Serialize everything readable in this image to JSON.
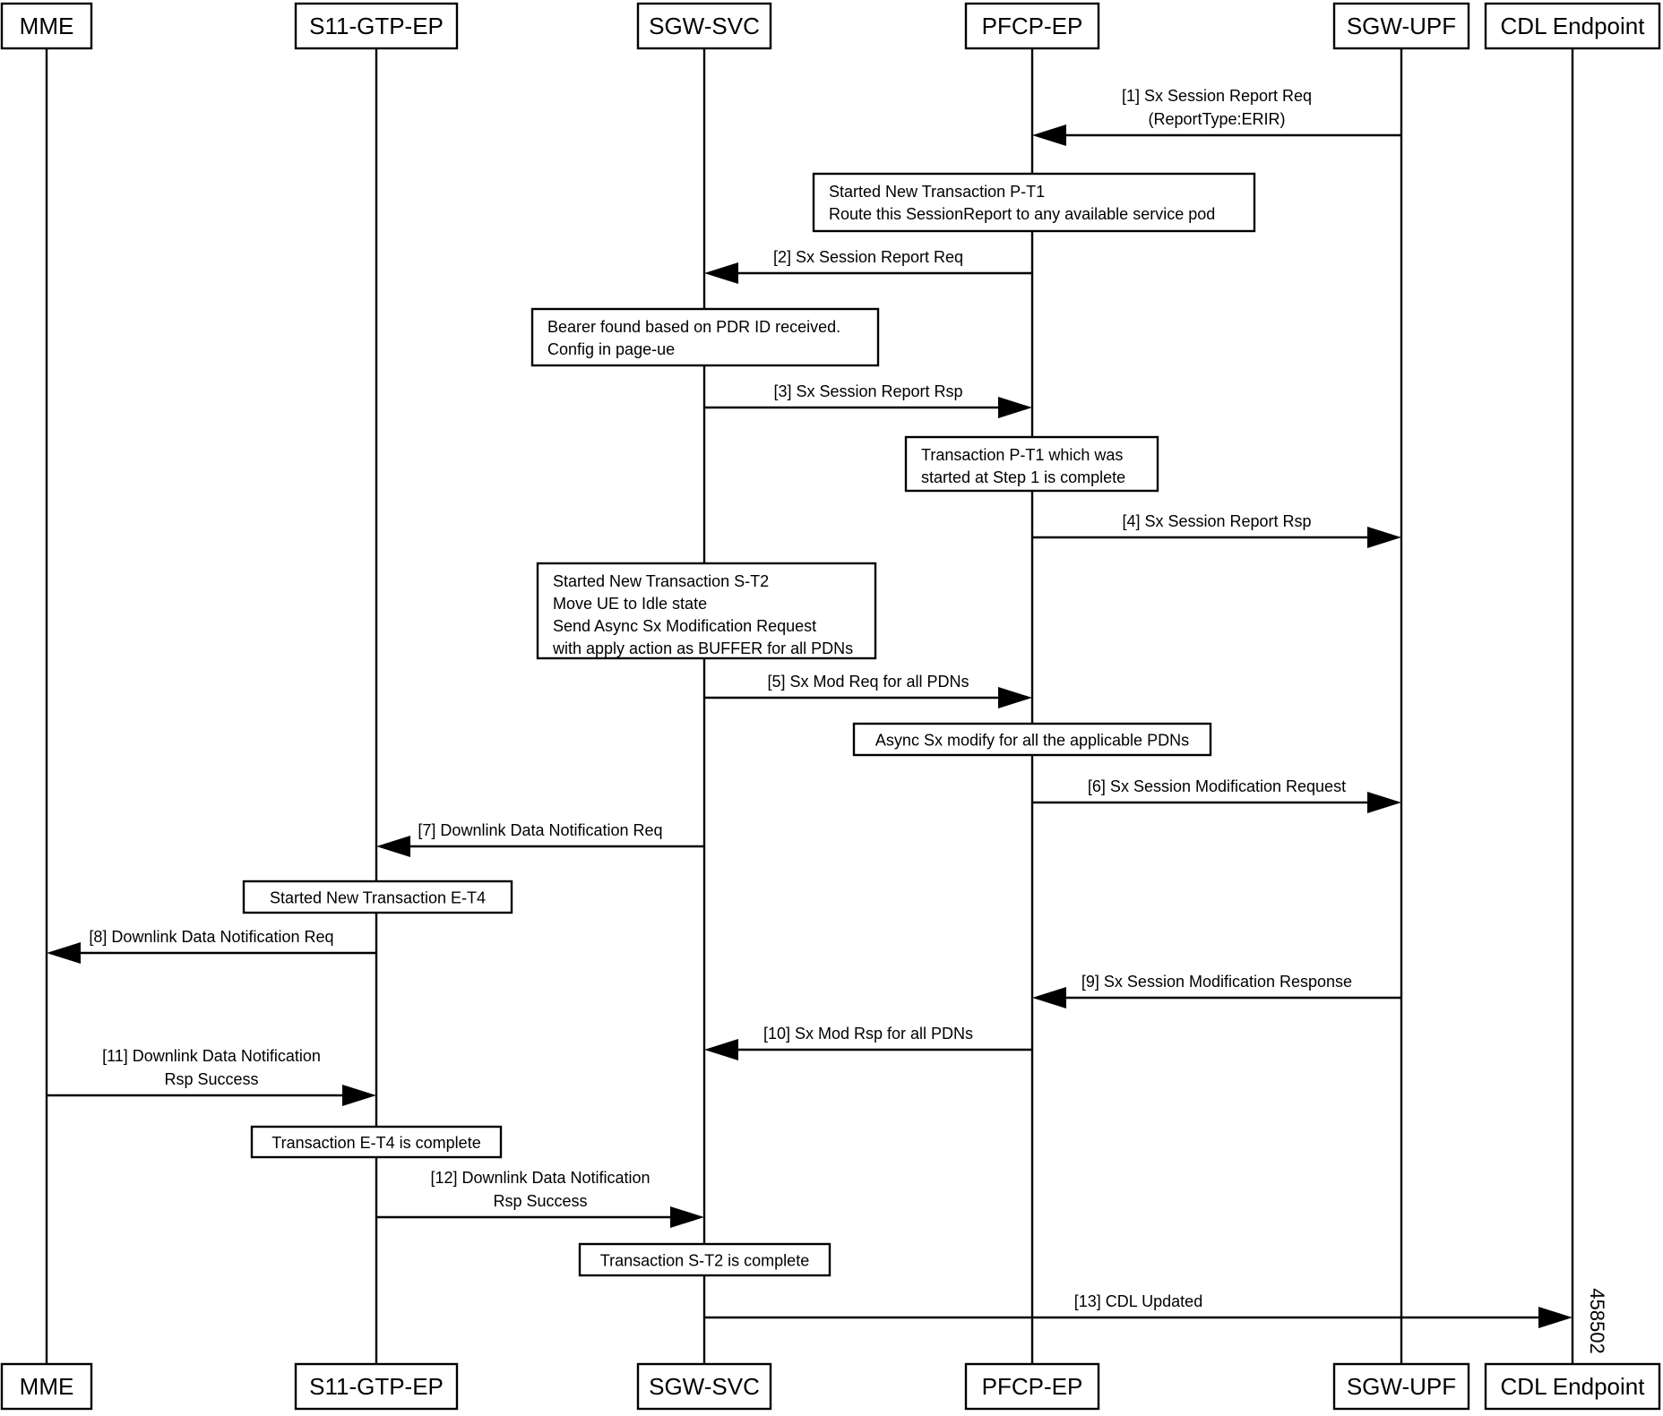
{
  "actors": [
    {
      "id": "mme",
      "name": "MME"
    },
    {
      "id": "s11",
      "name": "S11-GTP-EP"
    },
    {
      "id": "sgwsvc",
      "name": "SGW-SVC"
    },
    {
      "id": "pfcp",
      "name": "PFCP-EP"
    },
    {
      "id": "sgwupf",
      "name": "SGW-UPF"
    },
    {
      "id": "cdl",
      "name": "CDL Endpoint"
    }
  ],
  "messages": [
    {
      "id": "m1",
      "from": "sgwupf",
      "to": "pfcp",
      "lines": [
        "[1] Sx Session Report Req",
        "(ReportType:ERIR)"
      ]
    },
    {
      "id": "m2",
      "from": "pfcp",
      "to": "sgwsvc",
      "lines": [
        "[2] Sx Session Report Req"
      ]
    },
    {
      "id": "m3",
      "from": "sgwsvc",
      "to": "pfcp",
      "lines": [
        "[3] Sx Session Report Rsp"
      ]
    },
    {
      "id": "m4",
      "from": "pfcp",
      "to": "sgwupf",
      "lines": [
        "[4] Sx Session Report Rsp"
      ]
    },
    {
      "id": "m5",
      "from": "sgwsvc",
      "to": "pfcp",
      "lines": [
        "[5] Sx Mod Req for all PDNs"
      ]
    },
    {
      "id": "m6",
      "from": "pfcp",
      "to": "sgwupf",
      "lines": [
        "[6] Sx Session Modification Request"
      ]
    },
    {
      "id": "m7",
      "from": "sgwsvc",
      "to": "s11",
      "lines": [
        "[7] Downlink Data Notification Req"
      ]
    },
    {
      "id": "m8",
      "from": "s11",
      "to": "mme",
      "lines": [
        "[8] Downlink Data Notification Req"
      ]
    },
    {
      "id": "m9",
      "from": "sgwupf",
      "to": "pfcp",
      "lines": [
        "[9] Sx Session Modification Response"
      ]
    },
    {
      "id": "m10",
      "from": "pfcp",
      "to": "sgwsvc",
      "lines": [
        "[10] Sx Mod Rsp for all PDNs"
      ]
    },
    {
      "id": "m11",
      "from": "mme",
      "to": "s11",
      "lines": [
        "[11] Downlink Data Notification",
        "Rsp Success"
      ]
    },
    {
      "id": "m12",
      "from": "s11",
      "to": "sgwsvc",
      "lines": [
        "[12] Downlink Data Notification",
        "Rsp Success"
      ]
    },
    {
      "id": "m13",
      "from": "sgwsvc",
      "to": "cdl",
      "lines": [
        "[13] CDL Updated"
      ]
    }
  ],
  "notes": [
    {
      "id": "n1",
      "lines": [
        "Started New Transaction P-T1",
        "Route this SessionReport to any available service pod"
      ]
    },
    {
      "id": "n2",
      "lines": [
        "Bearer found based on PDR ID received.",
        "Config in page-ue"
      ]
    },
    {
      "id": "n3",
      "lines": [
        "Transaction P-T1 which was",
        "started at Step 1 is complete"
      ]
    },
    {
      "id": "n4",
      "lines": [
        "Started New Transaction S-T2",
        "Move UE to Idle state",
        "Send Async Sx Modification Request",
        "with apply action as BUFFER for all PDNs"
      ]
    },
    {
      "id": "n5",
      "lines": [
        "Async Sx modify for all the applicable PDNs"
      ]
    },
    {
      "id": "n6",
      "lines": [
        "Started New Transaction E-T4"
      ]
    },
    {
      "id": "n7",
      "lines": [
        "Transaction E-T4 is complete"
      ]
    },
    {
      "id": "n8",
      "lines": [
        "Transaction S-T2 is complete"
      ]
    }
  ],
  "figure_id": "458502"
}
